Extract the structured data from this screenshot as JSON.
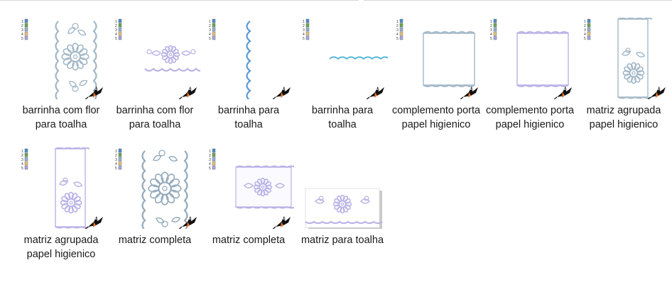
{
  "files": [
    {
      "name": "barrinha com flor para toalha",
      "design": "vflower",
      "accent": "#a3b8c8"
    },
    {
      "name": "barrinha com flor para toalha",
      "design": "hflower",
      "accent": "#b9b2e6"
    },
    {
      "name": "barrinha para toalha",
      "design": "vwave",
      "accent": "#5b9bd5"
    },
    {
      "name": "barrinha para toalha",
      "design": "hwave",
      "accent": "#58b6d8"
    },
    {
      "name": "complemento porta papel higienico",
      "design": "frame",
      "accent": "#a3b8c8"
    },
    {
      "name": "complemento porta papel higienico",
      "design": "frame2",
      "accent": "#b9b2e6"
    },
    {
      "name": "matriz agrupada papel higienico",
      "design": "tallflower",
      "accent": "#a3b8c8"
    },
    {
      "name": "matriz agrupada papel higienico",
      "design": "tallflower2",
      "accent": "#b9b2e6"
    },
    {
      "name": "matriz completa",
      "design": "bigflower",
      "accent": "#94aabc"
    },
    {
      "name": "matriz completa",
      "design": "hflower2",
      "accent": "#b9b2e6"
    },
    {
      "name": "matriz para toalha",
      "design": "preview",
      "accent": "#b9b2e6"
    }
  ],
  "color_legend": [
    "1",
    "2",
    "3",
    "4",
    "5"
  ],
  "swatch_colors": [
    "#4a8fd0",
    "#6aa84f",
    "#93b4d6",
    "#e6c27a",
    "#a8a8e0"
  ],
  "bird_icon": "hummingbird-icon"
}
